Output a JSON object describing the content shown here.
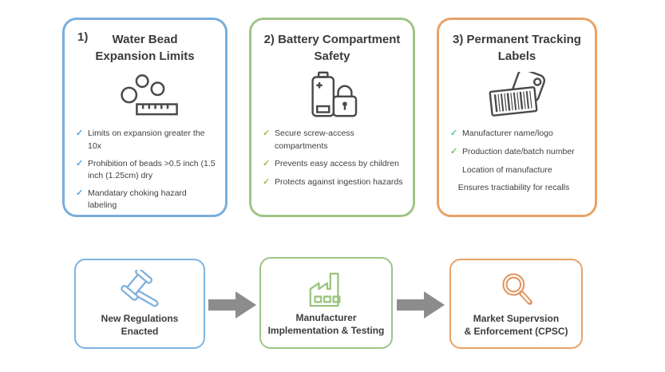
{
  "page": {
    "background": "#ffffff"
  },
  "glyphs": {
    "check": "✓"
  },
  "cards": [
    {
      "number": "1)",
      "title_lines": [
        "Water Bead",
        "Expansion Limits"
      ],
      "border_color": "#79AEDC",
      "icon": "beads-ruler-icon",
      "icon_color": "#4a4a4a",
      "items": [
        {
          "text": "Limits on expansion greater the 10x",
          "check": true,
          "check_color": "#5BA3D9"
        },
        {
          "text": "Prohibition of beads >0.5 inch (1.5 inch (1.25cm) dry",
          "check": true,
          "check_color": "#5BA3D9"
        },
        {
          "text": "Mandatary choking hazard labeling",
          "check": true,
          "check_color": "#5BA3D9"
        }
      ]
    },
    {
      "number": "",
      "title_lines": [
        "2) Battery Compartment",
        "Safety"
      ],
      "border_color": "#9FC487",
      "icon": "battery-lock-icon",
      "icon_color": "#4a4a4a",
      "items": [
        {
          "text": "Secure screw-access compartments",
          "check": true,
          "check_color": "#9FB85F"
        },
        {
          "text": "Prevents easy access by children",
          "check": true,
          "check_color": "#9FB85F"
        },
        {
          "text": "Protects against ingestion hazards",
          "check": true,
          "check_color": "#9FB85F"
        }
      ]
    },
    {
      "number": "",
      "title_lines": [
        "3) Permanent Tracking",
        "Labels"
      ],
      "border_color": "#E9A268",
      "icon": "barcode-tag-icon",
      "icon_color": "#4a4a4a",
      "items": [
        {
          "text": "Manufacturer name/logo",
          "check": true,
          "check_color": "#5EC0A2"
        },
        {
          "text": "Production date/batch number",
          "check": true,
          "check_color": "#72C05F"
        },
        {
          "text": "Location of manufacture",
          "check": false
        },
        {
          "text": "Ensures tractiability for recalls",
          "check": false
        }
      ]
    }
  ],
  "flow": {
    "arrow_color": "#8C8C8C",
    "steps": [
      {
        "label_lines": [
          "New Regulations",
          "Enacted"
        ],
        "border_color": "#7FB3E0",
        "icon": "gavel-icon",
        "icon_color": "#7FB2DE"
      },
      {
        "label_lines": [
          "Manufacturer",
          "Implementation & Testing"
        ],
        "border_color": "#9FC487",
        "icon": "factory-icon",
        "icon_color": "#9BC47E"
      },
      {
        "label_lines": [
          "Market Supervsion",
          "& Enforcement (CPSC)"
        ],
        "border_color": "#E9A268",
        "icon": "magnifier-icon",
        "icon_color": "#E0945E"
      }
    ]
  }
}
